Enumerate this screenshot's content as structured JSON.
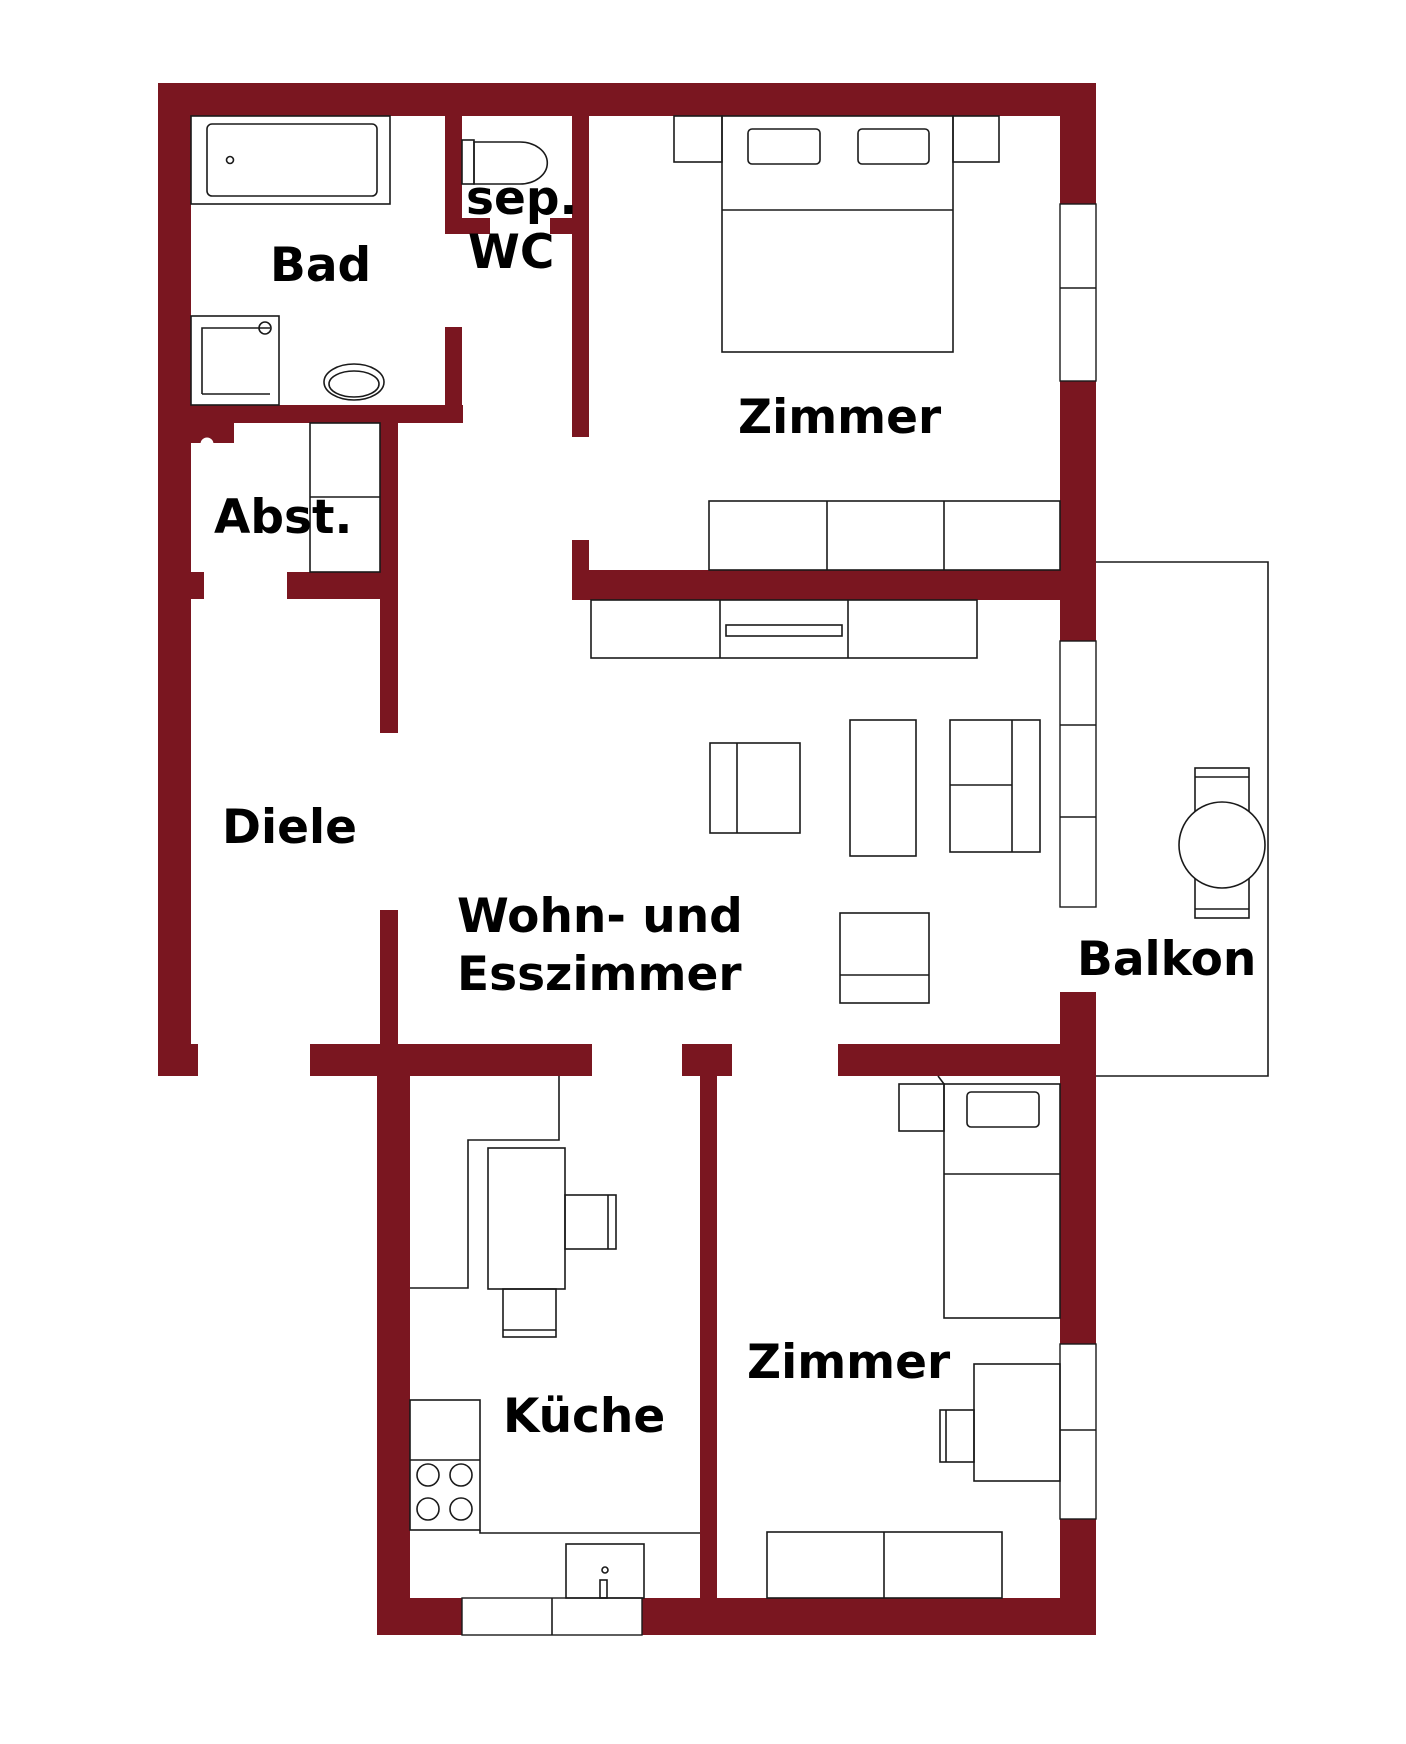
{
  "colors": {
    "wall": "#7a1620",
    "line": "#1a1a1a",
    "background": "#ffffff"
  },
  "rooms": {
    "bad": "Bad",
    "wc_line1": "sep.",
    "wc_line2": "WC",
    "zimmer_top": "Zimmer",
    "abst": "Abst.",
    "diele": "Diele",
    "wohn_line1": "Wohn- und",
    "wohn_line2": "Esszimmer",
    "balkon": "Balkon",
    "kueche": "Küche",
    "zimmer_bottom": "Zimmer"
  }
}
